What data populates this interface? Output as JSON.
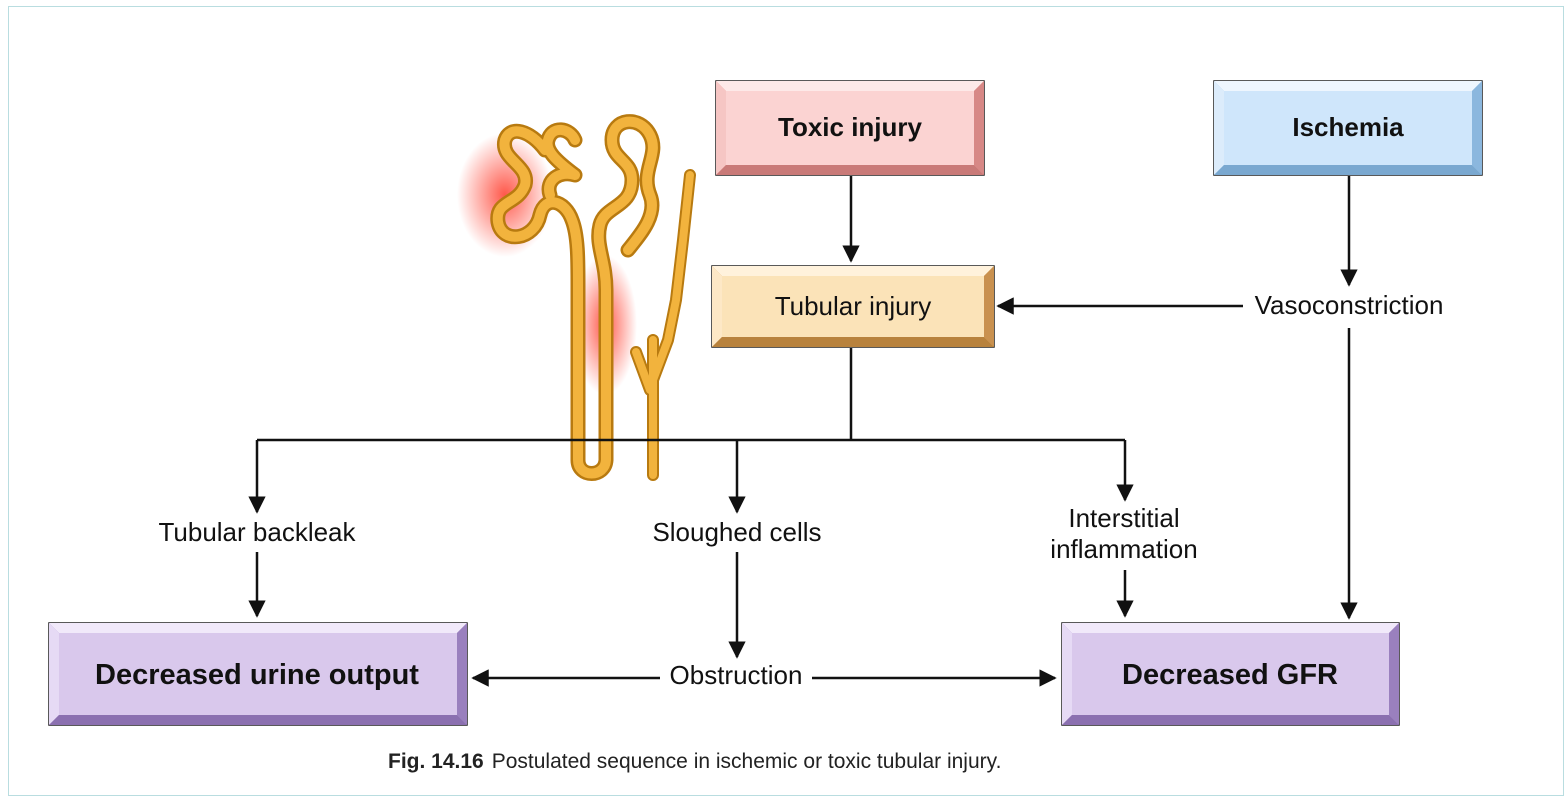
{
  "boxes": {
    "toxic": "Toxic injury",
    "ischemia": "Ischemia",
    "tubular": "Tubular injury",
    "urine": "Decreased urine output",
    "gfr": "Decreased GFR"
  },
  "labels": {
    "vasoconstriction": "Vasoconstriction",
    "backleak": "Tubular backleak",
    "sloughed": "Sloughed cells",
    "interstitial_1": "Interstitial",
    "interstitial_2": "inflammation",
    "obstruction": "Obstruction"
  },
  "caption": {
    "number": "Fig. 14.16",
    "text": "Postulated sequence in ischemic or toxic tubular injury."
  },
  "colors": {
    "toxic": "#fbd3d2",
    "ischemia": "#cfe6fb",
    "tubular": "#fbe3b8",
    "outcome": "#d9c8ec",
    "nephron": "#f2b33d",
    "injury_glow": "#ff3a2a"
  }
}
